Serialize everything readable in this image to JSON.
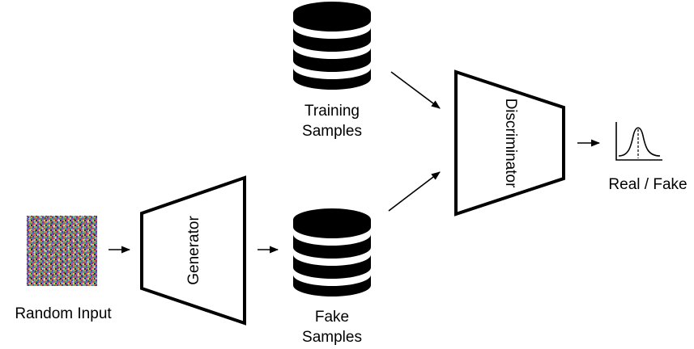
{
  "diagram": {
    "random_input": {
      "label": "Random Input"
    },
    "generator": {
      "label": "Generator"
    },
    "fake_samples": {
      "label_line1": "Fake",
      "label_line2": "Samples"
    },
    "training_samples": {
      "label_line1": "Training",
      "label_line2": "Samples"
    },
    "discriminator": {
      "label": "Discriminator"
    },
    "output": {
      "label": "Real / Fake"
    }
  },
  "colors": {
    "stroke": "#000000",
    "background": "#ffffff"
  },
  "icons": [
    "noise-image-icon",
    "database-icon",
    "bell-curve-icon"
  ]
}
